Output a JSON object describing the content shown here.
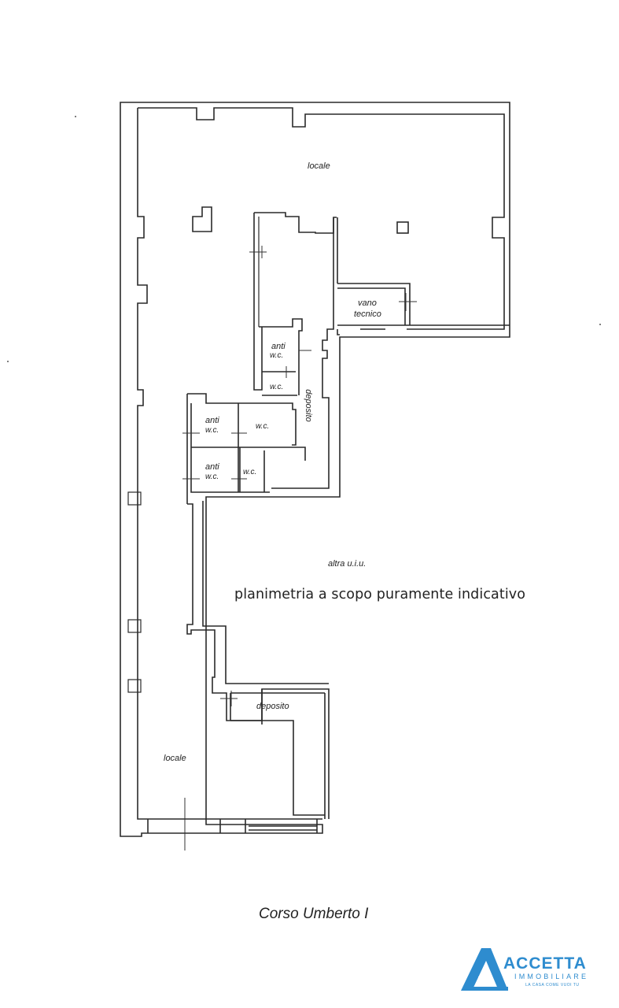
{
  "plan": {
    "rooms": {
      "locale_top": "locale",
      "vano_tecnico_1": "vano",
      "vano_tecnico_2": "tecnico",
      "anti_wc_1a": "anti",
      "anti_wc_1b": "w.c.",
      "wc_1": "w.c.",
      "deposito_vertical": "deposito",
      "anti_wc_2a": "anti",
      "anti_wc_2b": "w.c.",
      "wc_2": "w.c.",
      "anti_wc_3a": "anti",
      "anti_wc_3b": "w.c.",
      "wc_3": "w.c.",
      "altra_uiu": "altra u.i.u.",
      "deposito_bottom": "deposito",
      "locale_bottom": "locale"
    },
    "note": "planimetria a scopo puramente indicativo",
    "street": "Corso Umberto I"
  },
  "logo": {
    "name": "ACCETTA",
    "subtitle": "IMMOBILIARE",
    "tagline": "LA CASA COME VUOI TU",
    "color": "#2e8ccf"
  }
}
